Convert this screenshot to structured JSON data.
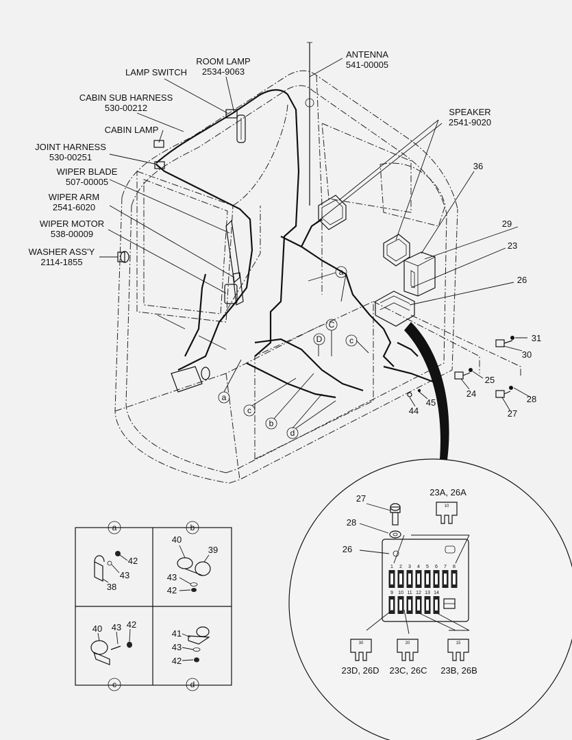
{
  "callouts": {
    "room_lamp": {
      "name": "ROOM LAMP",
      "code": "2534-9063"
    },
    "antenna": {
      "name": "ANTENNA",
      "code": "541-00005"
    },
    "lamp_switch": {
      "name": "LAMP SWITCH"
    },
    "cabin_sub_harness": {
      "name": "CABIN SUB HARNESS",
      "code": "530-00212"
    },
    "cabin_lamp": {
      "name": "CABIN LAMP"
    },
    "speaker": {
      "name": "SPEAKER",
      "code": "2541-9020"
    },
    "joint_harness": {
      "name": "JOINT HARNESS",
      "code": "530-00251"
    },
    "wiper_blade": {
      "name": "WIPER BLADE",
      "code": "507-00005"
    },
    "wiper_arm": {
      "name": "WIPER ARM",
      "code": "2541-6020"
    },
    "wiper_motor": {
      "name": "WIPER MOTOR",
      "code": "538-00009"
    },
    "washer": {
      "name": "WASHER ASS'Y",
      "code": "2114-1855"
    }
  },
  "numbers": {
    "n36": "36",
    "n29": "29",
    "n23": "23",
    "n26": "26",
    "n31": "31",
    "n30": "30",
    "n25": "25",
    "n24": "24",
    "n28": "28",
    "n27": "27",
    "n44": "44",
    "n45": "45"
  },
  "letters": {
    "a": "a",
    "b": "b",
    "c": "c",
    "d": "d",
    "C": "C",
    "D": "D"
  },
  "detail": {
    "n27": "27",
    "n28": "28",
    "n26": "26",
    "fuse_top": "23A, 26A",
    "fuse_d": "23D, 26D",
    "fuse_c": "23C, 26C",
    "fuse_b": "23B, 26B",
    "fuse_values": {
      "top": "10",
      "d": "30",
      "c": "20",
      "b": "15"
    },
    "fuse_slots_top": [
      "1",
      "2",
      "3",
      "4",
      "5",
      "6",
      "7",
      "8"
    ],
    "fuse_slots_bottom": [
      "9",
      "10",
      "11",
      "12",
      "13",
      "14"
    ]
  },
  "clamps": {
    "a": {
      "letter": "a",
      "parts": [
        "42",
        "43",
        "38"
      ]
    },
    "b": {
      "letter": "b",
      "parts": [
        "40",
        "39",
        "43",
        "42"
      ]
    },
    "c": {
      "letter": "c",
      "parts": [
        "40",
        "43",
        "42"
      ]
    },
    "d": {
      "letter": "d",
      "parts": [
        "41",
        "43",
        "42"
      ]
    }
  }
}
